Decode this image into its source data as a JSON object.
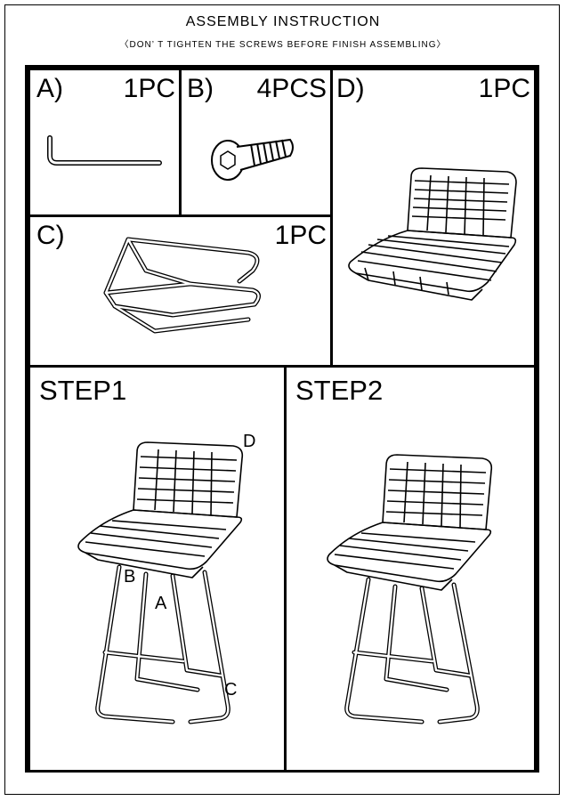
{
  "header": {
    "title": "ASSEMBLY INSTRUCTION",
    "subtitle": "〈DON’ T TIGHTEN THE SCREWS BEFORE FINISH ASSEMBLING〉"
  },
  "parts": {
    "a": {
      "label": "A)",
      "qty": "1PC",
      "icon": "allen-key-icon"
    },
    "b": {
      "label": "B)",
      "qty": "4PCS",
      "icon": "screw-icon"
    },
    "c": {
      "label": "C)",
      "qty": "1PC",
      "icon": "leg-frame-icon"
    },
    "d": {
      "label": "D)",
      "qty": "1PC",
      "icon": "seat-icon"
    }
  },
  "steps": [
    {
      "label": "STEP1",
      "callouts": {
        "d": "D",
        "b": "B",
        "a": "A",
        "c": "C"
      }
    },
    {
      "label": "STEP2"
    }
  ]
}
